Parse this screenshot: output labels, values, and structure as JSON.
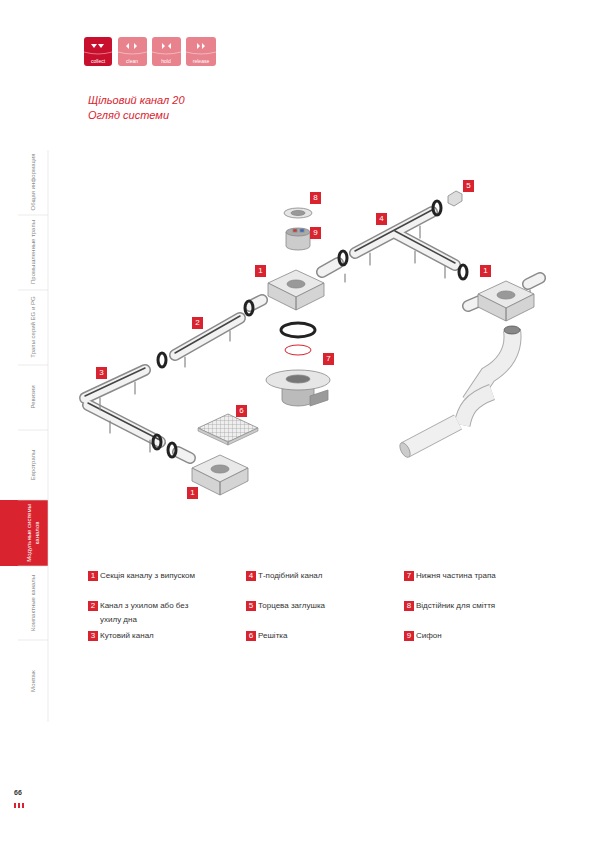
{
  "diagram": {
    "title": "Щільовий канал 20",
    "labels": [
      "collect",
      "clean",
      "hold",
      "release",
      "Огляд системи",
      "Общая информация",
      "Промышленные трапы",
      "Трапы серий EG и PG",
      "Ревизии",
      "Евротрапы",
      "Модульные системы каналов",
      "Компактные каналы",
      "Монтаж",
      "8",
      "9",
      "5",
      "4",
      "1",
      "1",
      "2",
      "7",
      "3",
      "6",
      "1",
      "1",
      "2",
      "3",
      "4",
      "5",
      "6",
      "7",
      "8",
      "9",
      "66"
    ],
    "legend": [
      {
        "text": "Секція каналу з випуском",
        "color": "#d9232e"
      },
      {
        "text": "Канал з ухилом або без ухилу дна",
        "color": "#d9232e"
      },
      {
        "text": "Кутовий канал",
        "color": "#d9232e"
      },
      {
        "text": "Т-подібний канал",
        "color": "#d9232e"
      },
      {
        "text": "Торцева заглушка",
        "color": "#d9232e"
      },
      {
        "text": "Решітка",
        "color": "#d9232e"
      },
      {
        "text": "Нижня частина трапа",
        "color": "#d9232e"
      },
      {
        "text": "Відстійник для сміття",
        "color": "#d9232e"
      },
      {
        "text": "Сифон",
        "color": "#d9232e"
      }
    ]
  }
}
